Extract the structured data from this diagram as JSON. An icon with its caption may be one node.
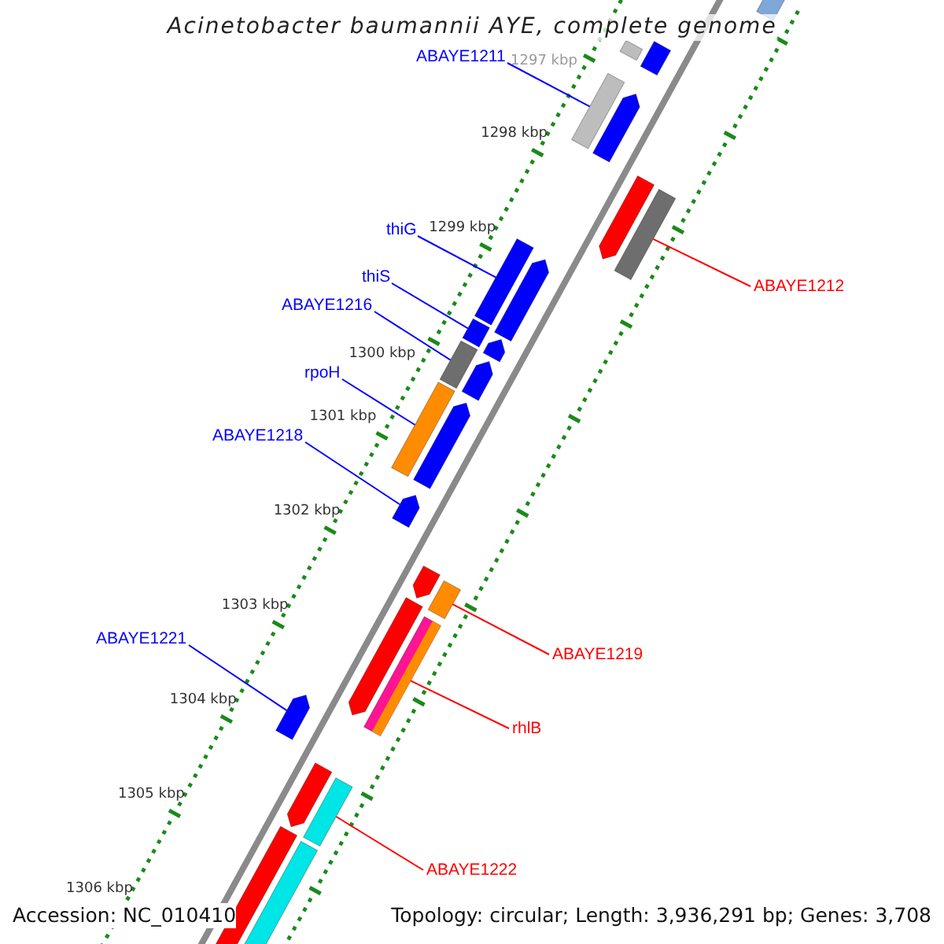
{
  "diagram": {
    "title": "Acinetobacter baumannii AYE, complete genome",
    "nodes": [
      {
        "text": [
          "ABAYE1211"
        ]
      },
      {
        "text": [
          "ABAYE1212"
        ]
      },
      {
        "text": [
          "thiG"
        ]
      },
      {
        "text": [
          "thiS"
        ]
      },
      {
        "text": [
          "ABAYE1216"
        ]
      },
      {
        "text": [
          "rpoH"
        ]
      },
      {
        "text": [
          "ABAYE1218"
        ]
      },
      {
        "text": [
          "ABAYE1219"
        ]
      },
      {
        "text": [
          "rhlB"
        ]
      },
      {
        "text": [
          "ABAYE1221"
        ]
      },
      {
        "text": [
          "ABAYE1222"
        ]
      },
      {
        "text": [],
        "shape": "box"
      },
      {
        "text": [],
        "shape": "box"
      },
      {
        "text": [],
        "shape": "box"
      },
      {
        "text": [],
        "shape": "box"
      },
      {
        "text": [],
        "shape": "box"
      },
      {
        "text": [],
        "shape": "box"
      },
      {
        "text": [],
        "shape": "box"
      },
      {
        "text": [],
        "shape": "box"
      },
      {
        "text": [],
        "shape": "box"
      },
      {
        "text": [],
        "shape": "box"
      },
      {
        "text": [],
        "shape": "box"
      },
      {
        "text": [],
        "shape": "box"
      },
      {
        "text": [],
        "shape": "box"
      },
      {
        "text": [],
        "shape": "box"
      },
      {
        "text": [],
        "shape": "box"
      },
      {
        "text": [],
        "shape": "box"
      },
      {
        "text": [],
        "shape": "box"
      },
      {
        "text": [],
        "shape": "box"
      },
      {
        "text": [],
        "shape": "box"
      },
      {
        "text": [],
        "shape": "box"
      },
      {
        "text": [],
        "shape": "box"
      },
      {
        "text": [],
        "shape": "box"
      },
      {
        "text": [],
        "shape": "box"
      },
      {
        "text": [],
        "shape": "box"
      },
      {
        "text": [],
        "shape": "box"
      }
    ],
    "edges": [
      {
        "from": 0,
        "to": 15,
        "arrow": "none"
      },
      {
        "from": 1,
        "to": 17,
        "arrow": "none",
        "color": "#ff0000"
      },
      {
        "from": 2,
        "to": 18,
        "arrow": "none"
      },
      {
        "from": 3,
        "to": 20,
        "arrow": "none"
      },
      {
        "from": 4,
        "to": 22,
        "arrow": "none"
      },
      {
        "from": 5,
        "to": 24,
        "arrow": "none"
      },
      {
        "from": 6,
        "to": 26,
        "arrow": "none"
      },
      {
        "from": 7,
        "to": 28,
        "arrow": "none",
        "color": "#ff0000"
      },
      {
        "from": 8,
        "to": 30,
        "arrow": "none",
        "color": "#ff0000"
      },
      {
        "from": 9,
        "to": 31,
        "arrow": "none"
      },
      {
        "from": 10,
        "to": 33,
        "arrow": "none",
        "color": "#ff0000"
      }
    ],
    "labels": [
      "1297 kbp",
      "1298 kbp",
      "1299 kbp",
      "1300 kbp",
      "1301 kbp",
      "1302 kbp",
      "1303 kbp",
      "1304 kbp",
      "1305 kbp",
      "1306 kbp",
      "Accession: NC_010410",
      "Topology: circular; Length: 3,936,291 bp; Genes: 3,708"
    ]
  }
}
